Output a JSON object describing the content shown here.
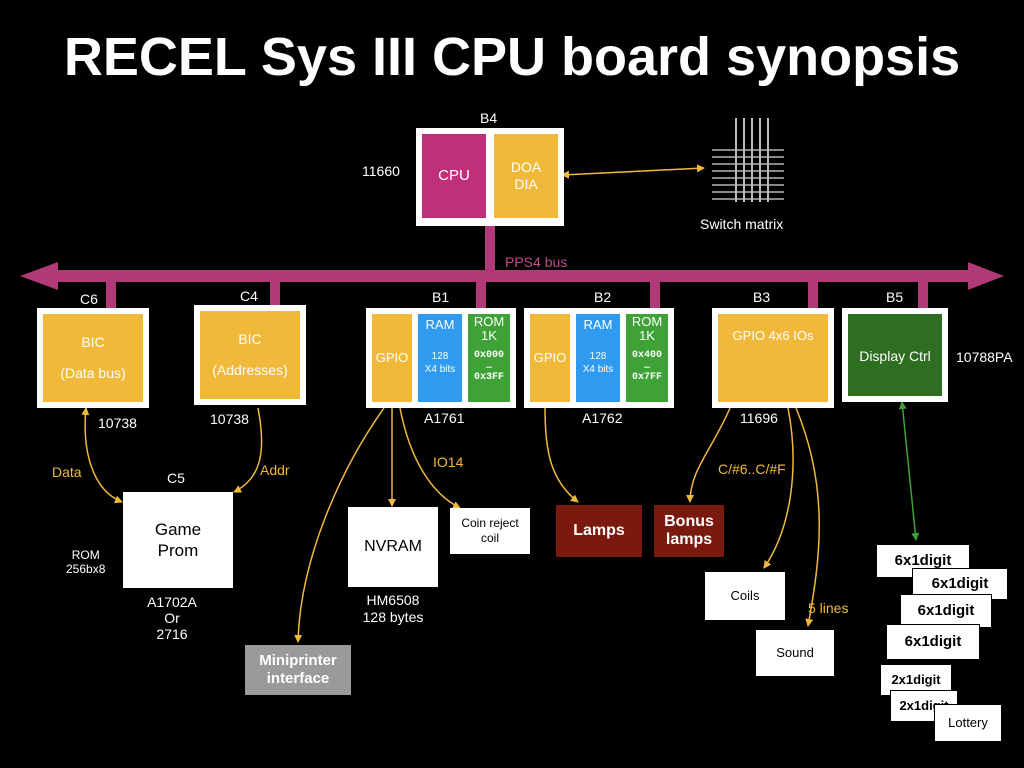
{
  "title": "RECEL Sys III CPU board synopsis",
  "colors": {
    "bus": "#b03a78",
    "accent": "#f0b93a",
    "green_link": "#3ea236"
  },
  "bus": {
    "label": "PPS4 bus"
  },
  "b4": {
    "slot": "B4",
    "part": "11660",
    "cpu": "CPU",
    "doa": "DOA\nDIA"
  },
  "switch_matrix": {
    "label": "Switch matrix",
    "icon": "switch-matrix-icon"
  },
  "c6": {
    "slot": "C6",
    "name": "BIC",
    "sub": "(Data bus)",
    "part": "10738"
  },
  "c4": {
    "slot": "C4",
    "name": "BIC",
    "sub": "(Addresses)",
    "part": "10738"
  },
  "b1": {
    "slot": "B1",
    "gpio": "GPIO",
    "ram": "RAM",
    "ram_size": "128\nX4 bits",
    "rom": "ROM\n1K",
    "rom_range": "0x000\n…\n0x3FF",
    "part": "A1761"
  },
  "b2": {
    "slot": "B2",
    "gpio": "GPIO",
    "ram": "RAM",
    "ram_size": "128\nX4 bits",
    "rom": "ROM\n1K",
    "rom_range": "0x400\n…\n0x7FF",
    "part": "A1762"
  },
  "b3": {
    "slot": "B3",
    "name": "GPIO 4x6 IOs",
    "part": "11696"
  },
  "b5": {
    "slot": "B5",
    "name": "Display Ctrl",
    "part": "10788PA"
  },
  "c5": {
    "slot": "C5",
    "name": "Game\nProm",
    "left": "ROM\n256bx8",
    "part": "A1702A\nOr\n2716"
  },
  "links": {
    "data": "Data",
    "addr": "Addr",
    "io14": "IO14",
    "bonus_range": "C/#6..C/#F",
    "five_lines": "5 lines"
  },
  "nvram": {
    "name": "NVRAM",
    "part": "HM6508\n128 bytes"
  },
  "coin_reject": "Coin reject\ncoil",
  "lamps": "Lamps",
  "bonus_lamps": "Bonus\nlamps",
  "coils": "Coils",
  "sound": "Sound",
  "miniprinter": "Miniprinter\ninterface",
  "displays": [
    "6x1digit",
    "6x1digit",
    "6x1digit",
    "6x1digit",
    "2x1digit",
    "2x1digit",
    "Lottery"
  ]
}
